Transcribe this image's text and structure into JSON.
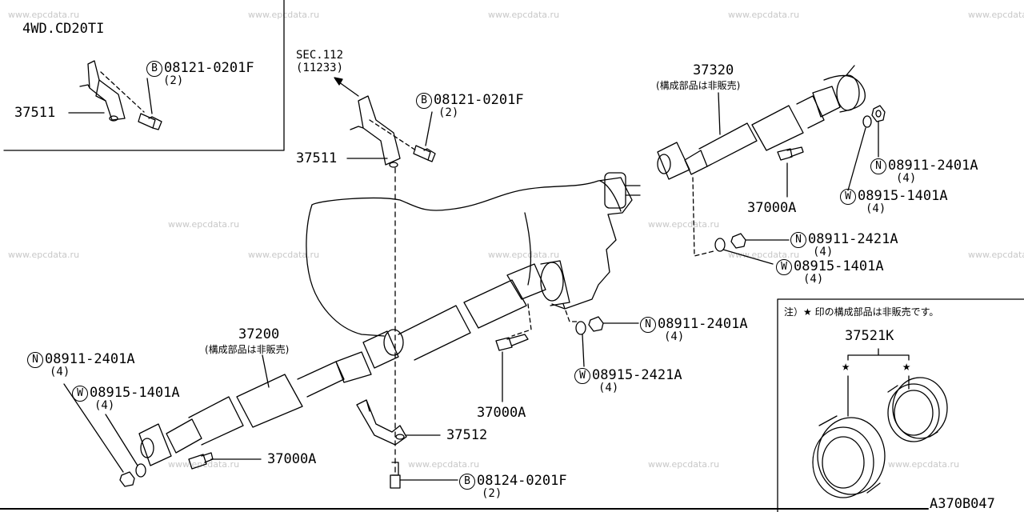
{
  "watermark": "www.epcdata.ru",
  "inset": {
    "title": "4WD.CD20TI",
    "bracket_part": "37511",
    "bolt_part": "08121-0201F",
    "bolt_prefix": "B",
    "bolt_qty": "(2)"
  },
  "section_ref": {
    "line1": "SEC.112",
    "line2": "(11233)"
  },
  "parts": {
    "p37511": "37511",
    "bolt_top": {
      "prefix": "B",
      "code": "08121-0201F",
      "qty": "(2)"
    },
    "p37320": {
      "code": "37320",
      "note": "(構成部品は非販売)"
    },
    "p37200": {
      "code": "37200",
      "note": "(構成部品は非販売)"
    },
    "nut_upper_right": {
      "prefix": "N",
      "code": "08911-2401A",
      "qty": "(4)"
    },
    "washer_upper_right": {
      "prefix": "W",
      "code": "08915-1401A",
      "qty": "(4)"
    },
    "bolt_upper": "37000A",
    "nut_mid": {
      "prefix": "N",
      "code": "08911-2421A",
      "qty": "(4)"
    },
    "washer_mid": {
      "prefix": "W",
      "code": "08915-1401A",
      "qty": "(4)"
    },
    "nut_center": {
      "prefix": "N",
      "code": "08911-2401A",
      "qty": "(4)"
    },
    "washer_center": {
      "prefix": "W",
      "code": "08915-2421A",
      "qty": "(4)"
    },
    "bolt_center": "37000A",
    "p37512": "37512",
    "bolt_bottom": {
      "prefix": "B",
      "code": "08124-0201F",
      "qty": "(2)"
    },
    "nut_left": {
      "prefix": "N",
      "code": "08911-2401A",
      "qty": "(4)"
    },
    "washer_left": {
      "prefix": "W",
      "code": "08915-1401A",
      "qty": "(4)"
    },
    "bolt_left": "37000A"
  },
  "note_box": {
    "text": "注）★ 印の構成部品は非販売です。",
    "part": "37521K",
    "star": "★"
  },
  "diagram_id": "A370B047"
}
